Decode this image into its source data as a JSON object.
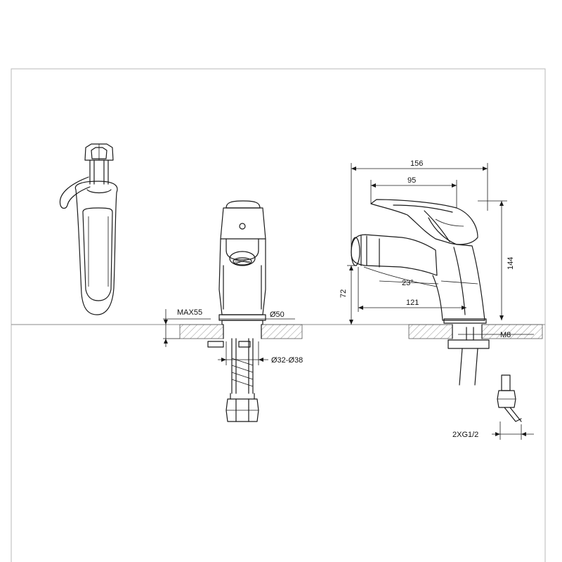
{
  "dimensions": {
    "overall_length": "156",
    "handle_reach": "95",
    "total_height": "144",
    "spout_height": "72",
    "spout_reach": "121",
    "spout_angle": "23°",
    "max_deck_thickness": "MAX55",
    "base_diameter": "Ø50",
    "hole_diameter": "Ø32-Ø38",
    "mounting_thread": "M8",
    "hose_connection": "2XG1/2"
  }
}
